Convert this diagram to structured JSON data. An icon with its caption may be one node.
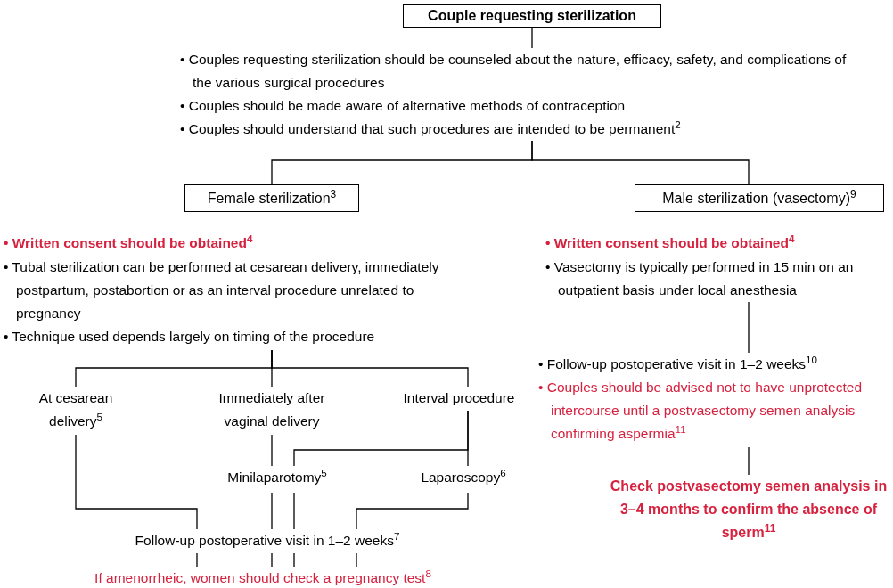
{
  "diagram": {
    "nodes": [
      {
        "text": [
          "Couple requesting sterilization"
        ]
      },
      {
        "text": [
          "• Couples requesting sterilization should be counseled about the nature, efficacy, safety, and complications of the various surgical procedures",
          "• Couples should be made aware of alternative methods of contraception",
          "• Couples should understand that such procedures are intended to be permanent$^{2}$"
        ]
      },
      {
        "text": [
          "Female sterilization$^{3}$"
        ]
      },
      {
        "text": [
          "Male sterilization (vasectomy)$^{9}$"
        ]
      },
      {
        "text": [
          "• Written consent should be obtained$^{4}$"
        ]
      },
      {
        "text": [
          "• Tubal sterilization can be performed at cesarean delivery, immediately postpartum, postabortion or as an interval procedure unrelated to pregnancy",
          "• Technique used depends largely on timing of the procedure"
        ]
      },
      {
        "text": [
          "• Written consent should be obtained$^{4}$"
        ]
      },
      {
        "text": [
          "• Vasectomy is typically performed in 15 min on an outpatient basis under local anesthesia"
        ]
      },
      {
        "text": [
          "• Follow-up postoperative visit in 1–2 weeks$^{10}$"
        ]
      },
      {
        "text": [
          "• Couples should be advised not to have unprotected intercourse until a postvasectomy semen analysis confirming aspermia$^{11}$"
        ]
      },
      {
        "text": [
          "Check postvasectomy semen analysis in 3–4 months to confirm the absence of sperm$^{11}$"
        ]
      },
      {
        "text": [
          "At cesarean delivery$^{5}$"
        ]
      },
      {
        "text": [
          "Immediately after vaginal delivery"
        ]
      },
      {
        "text": [
          "Interval procedure"
        ]
      },
      {
        "text": [
          "Minilaparotomy$^{5}$"
        ]
      },
      {
        "text": [
          "Laparoscopy$^{6}$"
        ]
      },
      {
        "text": [
          "Follow-up postoperative visit in 1–2 weeks$^{7}$"
        ]
      },
      {
        "text": [
          "If amenorrheic, women should check a pregnancy test$^{8}$"
        ]
      }
    ],
    "edges": [
      {
        "from": 0,
        "to": 1,
        "arrow": "none"
      },
      {
        "from": 1,
        "to": 2,
        "arrow": "none"
      },
      {
        "from": 1,
        "to": 3,
        "arrow": "none"
      },
      {
        "from": 7,
        "to": 8,
        "arrow": "none"
      },
      {
        "from": 9,
        "to": 10,
        "arrow": "none"
      },
      {
        "from": 5,
        "to": 11,
        "arrow": "none"
      },
      {
        "from": 5,
        "to": 12,
        "arrow": "none"
      },
      {
        "from": 5,
        "to": 13,
        "arrow": "none"
      },
      {
        "from": 12,
        "to": 14,
        "arrow": "none"
      },
      {
        "from": 13,
        "to": 14,
        "arrow": "none"
      },
      {
        "from": 13,
        "to": 15,
        "arrow": "none"
      },
      {
        "from": 11,
        "to": 16,
        "arrow": "none"
      },
      {
        "from": 14,
        "to": 16,
        "arrow": "none"
      },
      {
        "from": 14,
        "to": 16,
        "arrow": "none"
      },
      {
        "from": 15,
        "to": 16,
        "arrow": "none"
      },
      {
        "from": 16,
        "to": 17,
        "arrow": "none"
      },
      {
        "from": 16,
        "to": 17,
        "arrow": "none"
      },
      {
        "from": 16,
        "to": 17,
        "arrow": "none"
      },
      {
        "from": 16,
        "to": 17,
        "arrow": "none"
      }
    ]
  }
}
